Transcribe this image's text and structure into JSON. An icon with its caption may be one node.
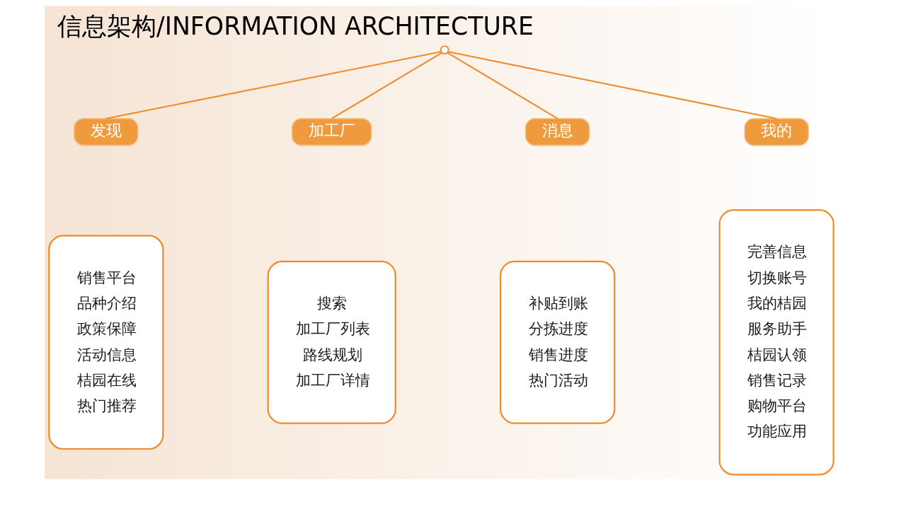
{
  "diagram": {
    "title": "信息架构/INFORMATION ARCHITECTURE",
    "nodes": [
      {
        "text": [],
        "shape": "circle"
      },
      {
        "text": [
          "发现"
        ]
      },
      {
        "text": [
          "销售平台",
          "品种介绍",
          "政策保障",
          "活动信息",
          "桔园在线",
          "热门推荐"
        ]
      },
      {
        "text": [
          "加工厂"
        ]
      },
      {
        "text": [
          "搜索",
          "加工厂列表",
          "路线规划",
          "加工厂详情"
        ]
      },
      {
        "text": [
          "消息"
        ]
      },
      {
        "text": [
          "补贴到账",
          "分拣进度",
          "销售进度",
          "热门活动"
        ]
      },
      {
        "text": [
          "我的"
        ]
      },
      {
        "text": [
          "完善信息",
          "切换账号",
          "我的桔园",
          "服务助手",
          "桔园认领",
          "销售记录",
          "购物平台",
          "功能应用"
        ]
      }
    ],
    "edges": [
      {
        "from": 0,
        "to": 1,
        "arrow": "none"
      },
      {
        "from": 0,
        "to": 3,
        "arrow": "none"
      },
      {
        "from": 0,
        "to": 5,
        "arrow": "none"
      },
      {
        "from": 0,
        "to": 7,
        "arrow": "none"
      }
    ]
  }
}
